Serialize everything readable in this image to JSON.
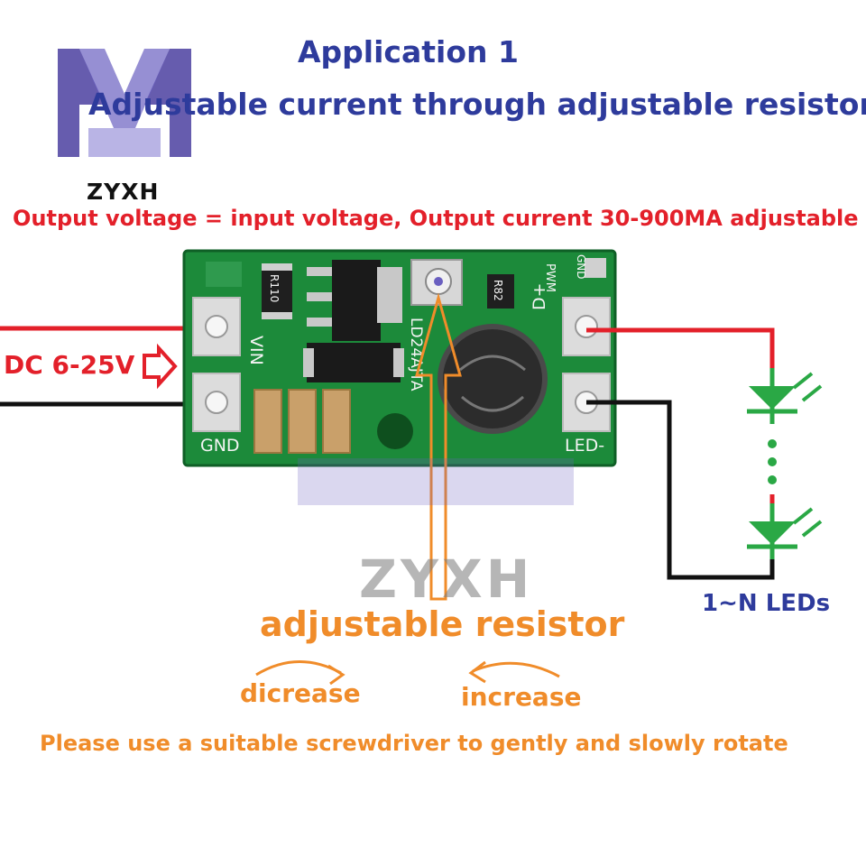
{
  "header": {
    "title": "Application 1",
    "subtitle": "Adjustable current through adjustable resistor."
  },
  "brand": {
    "name": "ZYXH",
    "watermark": "ZYXH",
    "logo_color": "#4b3fa0"
  },
  "spec_line": "Output voltage = input voltage, Output current 30-900MA adjustable",
  "input": {
    "label": "DC 6-25V"
  },
  "board": {
    "vin_label": "VIN",
    "gnd_label": "GND",
    "ledplus_label": "D+",
    "ledminus_label": "LED-",
    "pwm_label": "PWM",
    "gnd2_label": "GND",
    "chip_label": "LD24AJTA",
    "resistor_code": "R110",
    "r_label": "R82",
    "pcb_color": "#1c8a3a"
  },
  "leds": {
    "label": "1~N LEDs",
    "color": "#2aa845"
  },
  "resistor": {
    "label": "adjustable resistor",
    "decrease": "dicrease",
    "increase": "increase",
    "accent": "#f08c2a"
  },
  "note": "Please use a suitable screwdriver to gently and slowly rotate",
  "colors": {
    "title": "#2e3b9c",
    "warning": "#e3202a",
    "wire_positive": "#e3202a",
    "wire_negative": "#111111"
  }
}
